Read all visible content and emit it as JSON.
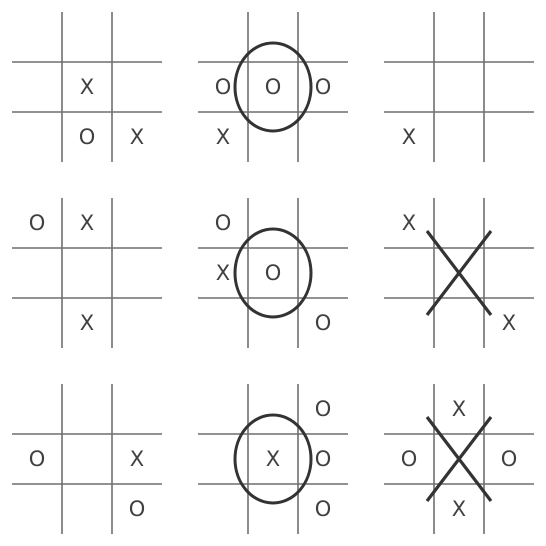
{
  "colors": {
    "grid": "#6f6f6f",
    "marks": "#404040",
    "overlay": "#333333",
    "background": "#ffffff"
  },
  "boards": [
    {
      "cells": [
        [
          "",
          "",
          ""
        ],
        [
          "",
          "X",
          ""
        ],
        [
          "",
          "O",
          "X"
        ]
      ],
      "overlay": null
    },
    {
      "cells": [
        [
          "",
          "",
          ""
        ],
        [
          "O",
          "O",
          "O"
        ],
        [
          "X",
          "",
          ""
        ]
      ],
      "overlay": "circle-center"
    },
    {
      "cells": [
        [
          "",
          "",
          ""
        ],
        [
          "",
          "",
          ""
        ],
        [
          "X",
          "",
          ""
        ]
      ],
      "overlay": null
    },
    {
      "cells": [
        [
          "O",
          "X",
          ""
        ],
        [
          "",
          "",
          ""
        ],
        [
          "",
          "X",
          ""
        ]
      ],
      "overlay": null
    },
    {
      "cells": [
        [
          "O",
          "",
          ""
        ],
        [
          "X",
          "O",
          ""
        ],
        [
          "",
          "",
          "O"
        ]
      ],
      "overlay": "circle-center"
    },
    {
      "cells": [
        [
          "X",
          "",
          ""
        ],
        [
          "",
          "",
          ""
        ],
        [
          "",
          "",
          "X"
        ]
      ],
      "overlay": "cross-center"
    },
    {
      "cells": [
        [
          "",
          "",
          ""
        ],
        [
          "O",
          "",
          "X"
        ],
        [
          "",
          "",
          "O"
        ]
      ],
      "overlay": null
    },
    {
      "cells": [
        [
          "",
          "",
          "O"
        ],
        [
          "",
          "X",
          "O"
        ],
        [
          "",
          "",
          "O"
        ]
      ],
      "overlay": "circle-center"
    },
    {
      "cells": [
        [
          "",
          "X",
          ""
        ],
        [
          "O",
          "",
          "O"
        ],
        [
          "",
          "X",
          ""
        ]
      ],
      "overlay": "cross-center"
    }
  ]
}
